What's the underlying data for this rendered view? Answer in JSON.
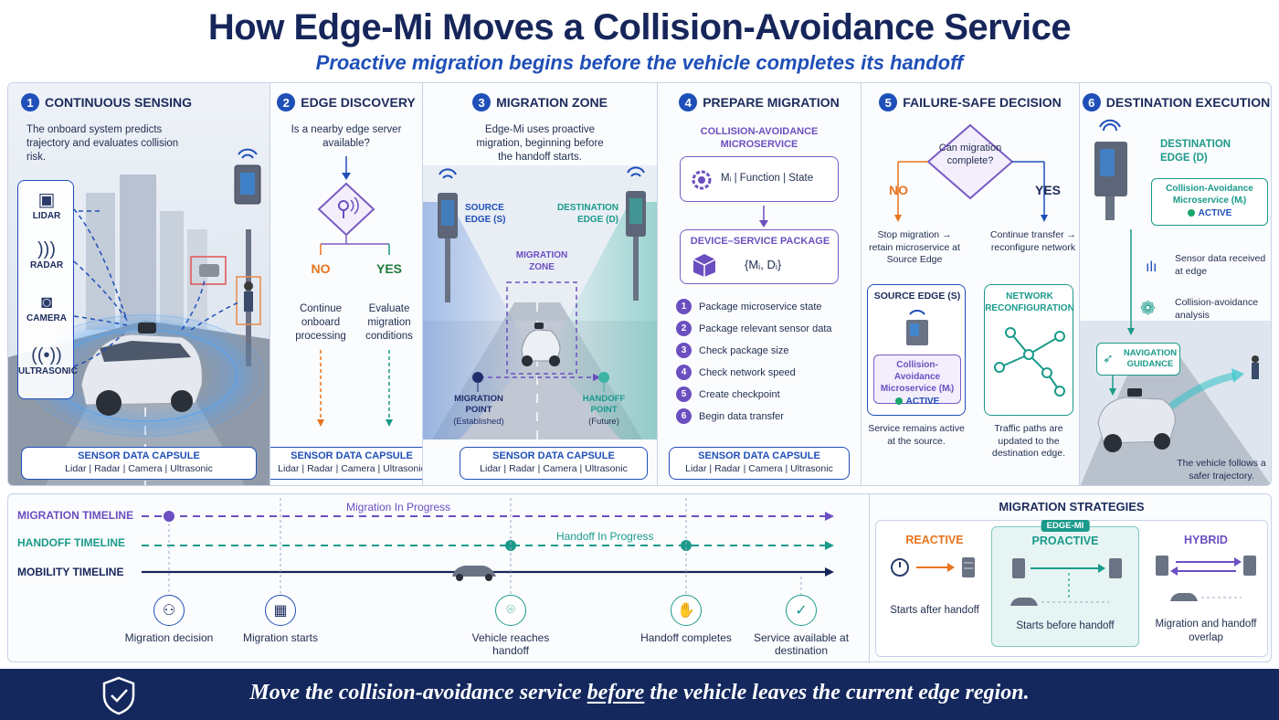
{
  "header": {
    "title": "How Edge-Mi Moves a Collision-Avoidance Service",
    "subtitle": "Proactive migration begins before the vehicle completes its handoff"
  },
  "panels": [
    {
      "num": "1",
      "title": "CONTINUOUS SENSING",
      "desc": "The onboard system predicts trajectory and evaluates collision risk.",
      "sensors": [
        "LIDAR",
        "RADAR",
        "CAMERA",
        "ULTRASONIC"
      ]
    },
    {
      "num": "2",
      "title": "EDGE DISCOVERY",
      "question": "Is a nearby edge server available?",
      "no_label": "NO",
      "yes_label": "YES",
      "no_text": "Continue onboard processing",
      "yes_text": "Evaluate migration conditions"
    },
    {
      "num": "3",
      "title": "MIGRATION ZONE",
      "desc": "Edge-Mi uses proactive migration, beginning before the handoff starts.",
      "source_edge": "SOURCE EDGE (S)",
      "dest_edge": "DESTINATION EDGE (D)",
      "zone_label": "MIGRATION ZONE",
      "migration_point": "MIGRATION POINT",
      "migration_point_sub": "(Established)",
      "handoff_point": "HANDOFF POINT",
      "handoff_point_sub": "(Future)"
    },
    {
      "num": "4",
      "title": "PREPARE MIGRATION",
      "microservice_title": "COLLISION-AVOIDANCE MICROSERVICE",
      "microservice_fields": "Mᵢ  |  Function  |  State",
      "package_title": "DEVICE–SERVICE PACKAGE",
      "package_formula": "{Mᵢ, Dᵢ}",
      "steps": [
        "Package microservice state",
        "Package relevant sensor data",
        "Check package size",
        "Check network speed",
        "Create checkpoint",
        "Begin data transfer"
      ]
    },
    {
      "num": "5",
      "title": "FAILURE-SAFE DECISION",
      "question": "Can migration complete?",
      "no_label": "NO",
      "yes_label": "YES",
      "no_text": "Stop migration → retain microservice at Source Edge",
      "yes_text": "Continue transfer → reconfigure network",
      "source_card_title": "SOURCE EDGE (S)",
      "source_card_service": "Collision-Avoidance Microservice (Mᵢ)",
      "active": "ACTIVE",
      "source_note": "Service remains active at the source.",
      "network_title": "NETWORK RECONFIGURATION",
      "network_note": "Traffic paths are updated to the destination edge."
    },
    {
      "num": "6",
      "title": "DESTINATION EXECUTION",
      "dest_label": "DESTINATION EDGE (D)",
      "dest_service": "Collision-Avoidance Microservice (Mᵢ)",
      "active": "ACTIVE",
      "items": [
        "Sensor data received at edge",
        "Collision-avoidance analysis"
      ],
      "guidance": "NAVIGATION GUIDANCE",
      "note": "The vehicle follows a safer trajectory."
    }
  ],
  "capsule": {
    "title": "SENSOR DATA CAPSULE",
    "contents": "Lidar  |  Radar  |  Camera  |  Ultrasonic"
  },
  "timeline": {
    "rows": [
      {
        "label": "MIGRATION TIMELINE",
        "status": "Migration In Progress",
        "color": "#6b4fc0"
      },
      {
        "label": "HANDOFF TIMELINE",
        "status": "Handoff In Progress",
        "color": "#1a9a8a"
      },
      {
        "label": "MOBILITY TIMELINE",
        "status": "",
        "color": "#16265a"
      }
    ],
    "events": [
      {
        "label": "Migration decision",
        "icon": "person-decision-icon"
      },
      {
        "label": "Migration starts",
        "icon": "package-icon"
      },
      {
        "label": "Vehicle reaches handoff",
        "icon": "location-pin-icon"
      },
      {
        "label": "Handoff completes",
        "icon": "handshake-icon"
      },
      {
        "label": "Service available at destination",
        "icon": "check-circle-icon"
      }
    ]
  },
  "strategies": {
    "title": "MIGRATION STRATEGIES",
    "tag": "EDGE-MI",
    "items": [
      {
        "name": "REACTIVE",
        "desc": "Starts after handoff",
        "color": "#e8741e"
      },
      {
        "name": "PROACTIVE",
        "desc": "Starts before handoff",
        "color": "#1a9a8a"
      },
      {
        "name": "HYBRID",
        "desc": "Migration and handoff overlap",
        "color": "#6b4fc0"
      }
    ]
  },
  "footer": {
    "text_before": "Move the collision-avoidance service ",
    "text_emph": "before",
    "text_after": " the vehicle leaves the current edge region."
  }
}
